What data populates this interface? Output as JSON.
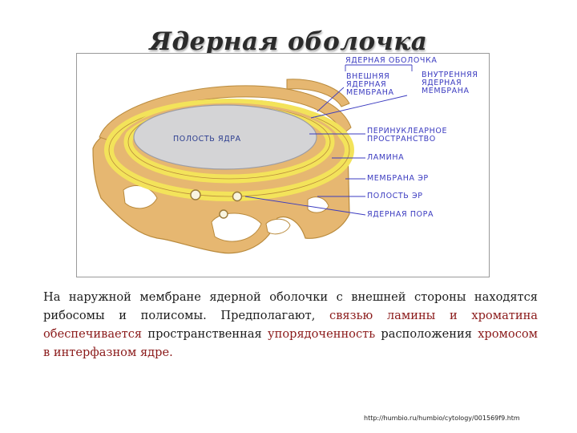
{
  "slide": {
    "title": "Ядерная оболочка",
    "source_url": "http://humbio.ru/humbio/cytology/001569f9.htm"
  },
  "figure": {
    "cavity_label": "ПОЛОСТЬ ЯДРА",
    "callouts": {
      "nuclear_envelope": "ЯДЕРНАЯ ОБОЛОЧКА",
      "outer_membrane": [
        "ВНЕШНЯЯ",
        "ЯДЕРНАЯ",
        "МЕМБРАНА"
      ],
      "inner_membrane": [
        "ВНУТРЕННЯЯ",
        "ЯДЕРНАЯ",
        "МЕМБРАНА"
      ],
      "perinuclear_space": [
        "ПЕРИНУКЛЕАРНОЕ",
        "ПРОСТРАНСТВО"
      ],
      "lamina": "ЛАМИНА",
      "er_membrane": "МЕМБРАНА ЭР",
      "er_cavity": "ПОЛОСТЬ ЭР",
      "nuclear_pore": "ЯДЕРНАЯ ПОРА"
    },
    "colors": {
      "membrane_yellow": "#f3e35a",
      "er_tan": "#e6b771",
      "cavity_gray": "#d4d4d6",
      "callout_blue": "#3b3bc0"
    }
  },
  "caption": {
    "part1": "На наружной мембране ядерной оболочки с внешней стороны находятся рибосомы и полисомы. Предполагают,",
    "part2_red": "связью ламины и хроматина обеспечивается",
    "part3": "пространственная",
    "part4_red": "упорядоченность",
    "part5": "расположения",
    "part6_red": "хромосом в интерфазном ядре."
  }
}
